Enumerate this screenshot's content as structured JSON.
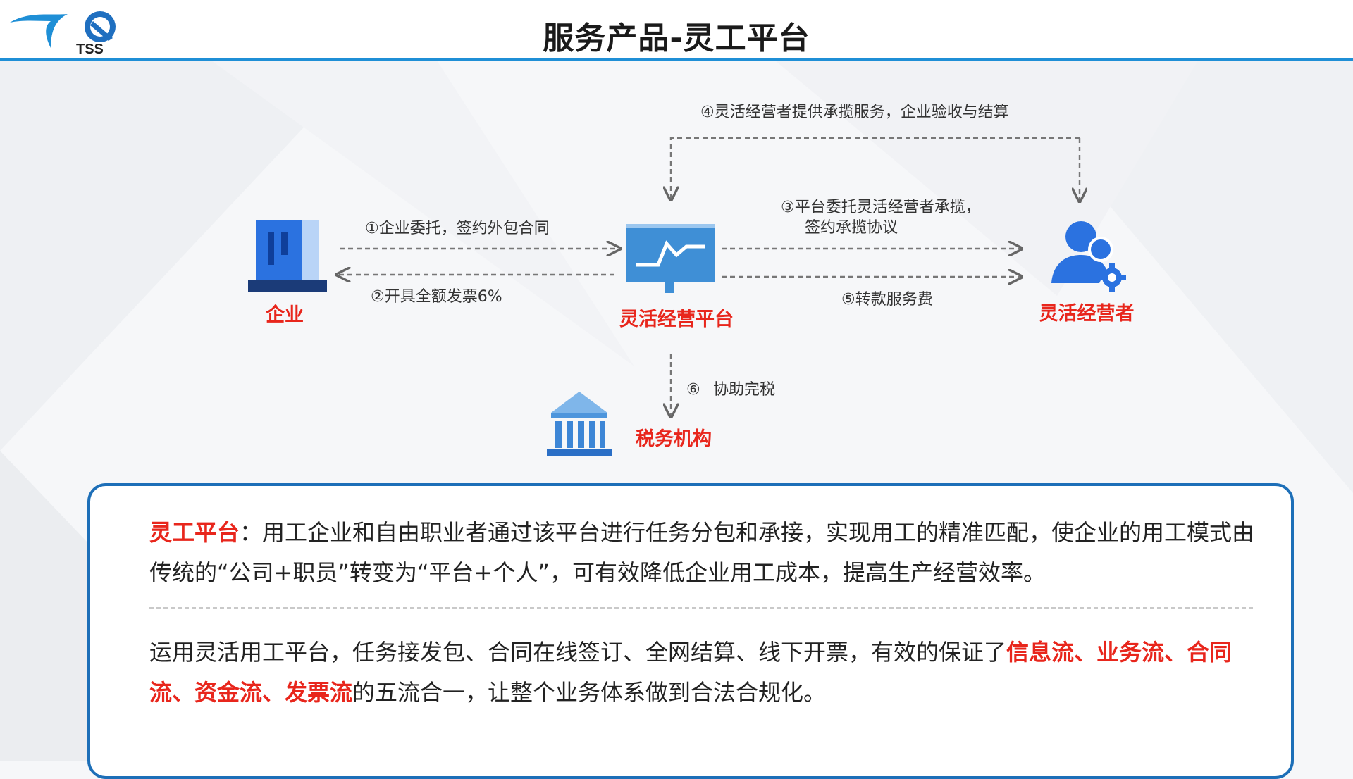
{
  "header": {
    "title": "服务产品-灵工平台",
    "logo_text": "TSS"
  },
  "diagram": {
    "nodes": {
      "enterprise": "企业",
      "platform": "灵活经营平台",
      "operators": "灵活经营者",
      "tax": "税务机构"
    },
    "flows": {
      "f1": "①企业委托，签约外包合同",
      "f2": "②开具全额发票6%",
      "f3_line1": "③平台委托灵活经营者承揽，",
      "f3_line2": "签约承揽协议",
      "f4": "④灵活经营者提供承揽服务，企业验收与结算",
      "f5": "⑤转款服务费",
      "f6_num": "⑥",
      "f6_text": "协助完税"
    }
  },
  "panel": {
    "para1": {
      "lead": "灵工平台",
      "body": "：用工企业和自由职业者通过该平台进行任务分包和承接，实现用工的精准匹配，使企业的用工模式由传统的“公司+职员”转变为“平台+个人”，可有效降低企业用工成本，提高生产经营效率。"
    },
    "para2": {
      "prefix": "运用灵活用工平台，任务接发包、合同在线签订、全网结算、线下开票，有效的保证了",
      "highlight": "信息流、业务流、合同流、资金流、发票流",
      "suffix": "的五流合一，让整个业务体系做到合法合规化。"
    }
  },
  "colors": {
    "accent_blue": "#1f8fd6",
    "panel_border": "#1d6fb8",
    "highlight_red": "#e8261c",
    "icon_blue": "#2b72e0"
  }
}
